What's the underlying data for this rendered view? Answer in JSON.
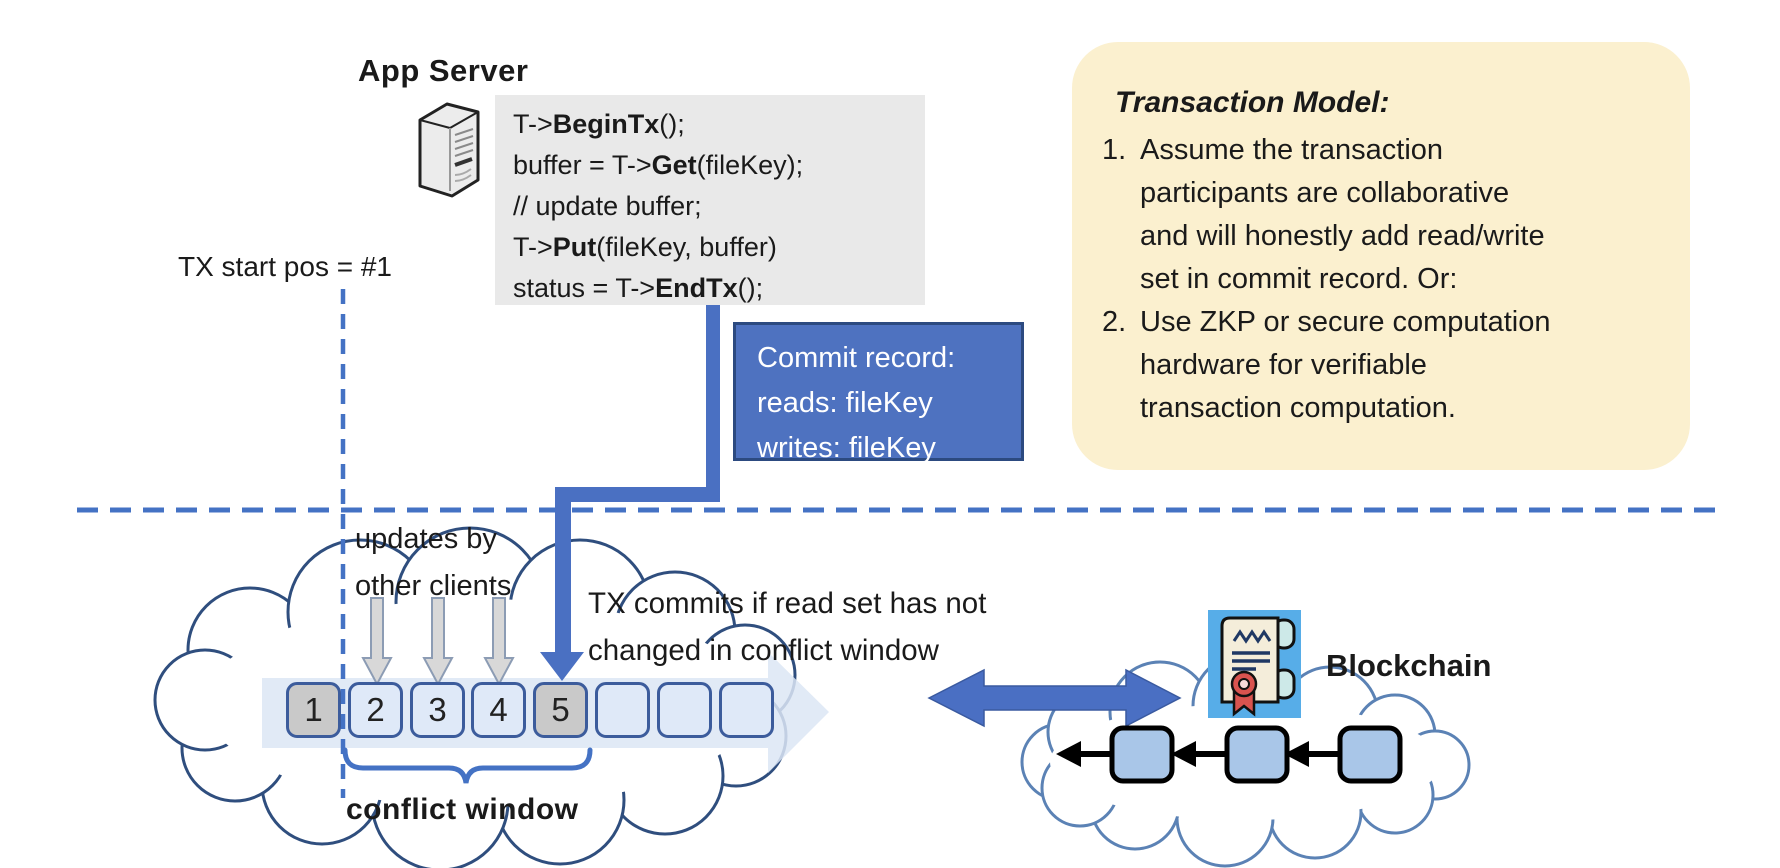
{
  "colors": {
    "accent_blue": "#4472c4",
    "connector_blue": "#4a70c2",
    "commit_box_bg": "#4e72c0",
    "commit_box_border": "#2c4a80",
    "note_bg": "#fbf0cf",
    "cloud_stroke_dark": "#2f4e7e",
    "cloud_stroke_light": "#5b82b5",
    "block_border": "#3c5c9c",
    "block_light_fill": "#dfe9f8",
    "block_gray_fill": "#c9c9c9",
    "code_bg": "#e9e9e9",
    "chain_block_fill": "#a9c6e8",
    "gray_arrow_fill": "#d8d8d8",
    "soft_arrow_fill": "#dce6f4",
    "cert_bg": "#57ade8",
    "seal_red": "#d9534f"
  },
  "app_server": {
    "label": "App Server"
  },
  "code_block": {
    "lines": [
      [
        {
          "t": "T->"
        },
        {
          "t": "BeginTx",
          "b": true
        },
        {
          "t": "();"
        }
      ],
      [
        {
          "t": "buffer = T->"
        },
        {
          "t": "Get",
          "b": true
        },
        {
          "t": "(fileKey);"
        }
      ],
      [
        {
          "t": "// update buffer;"
        }
      ],
      [
        {
          "t": "T->"
        },
        {
          "t": "Put",
          "b": true
        },
        {
          "t": "(fileKey, buffer)"
        }
      ],
      [
        {
          "t": "status = T->"
        },
        {
          "t": "EndTx",
          "b": true
        },
        {
          "t": "();"
        }
      ]
    ]
  },
  "tx_start": {
    "label": "TX start pos = #1"
  },
  "commit_record": {
    "text": "Commit record:\nreads: fileKey\nwrites: fileKey"
  },
  "transaction_model": {
    "title": "Transaction Model:",
    "items": [
      {
        "num": "1.",
        "text": "Assume the transaction\nparticipants are collaborative\nand will honestly add read/write\nset in commit record.  Or:"
      },
      {
        "num": "2.",
        "text": "Use ZKP or secure computation\nhardware for verifiable\ntransaction computation."
      }
    ]
  },
  "timeline": {
    "updates_label": "updates by\nother clients",
    "commit_note": "TX commits if read set has not\nchanged in conflict window",
    "conflict_window_label": "conflict window",
    "blocks": [
      {
        "label": "1",
        "shaded": true
      },
      {
        "label": "2",
        "shaded": false
      },
      {
        "label": "3",
        "shaded": false
      },
      {
        "label": "4",
        "shaded": false
      },
      {
        "label": "5",
        "shaded": true
      },
      {
        "label": "",
        "shaded": false
      },
      {
        "label": "",
        "shaded": false
      },
      {
        "label": "",
        "shaded": false
      }
    ]
  },
  "blockchain": {
    "label": "Blockchain",
    "block_count": 3
  }
}
